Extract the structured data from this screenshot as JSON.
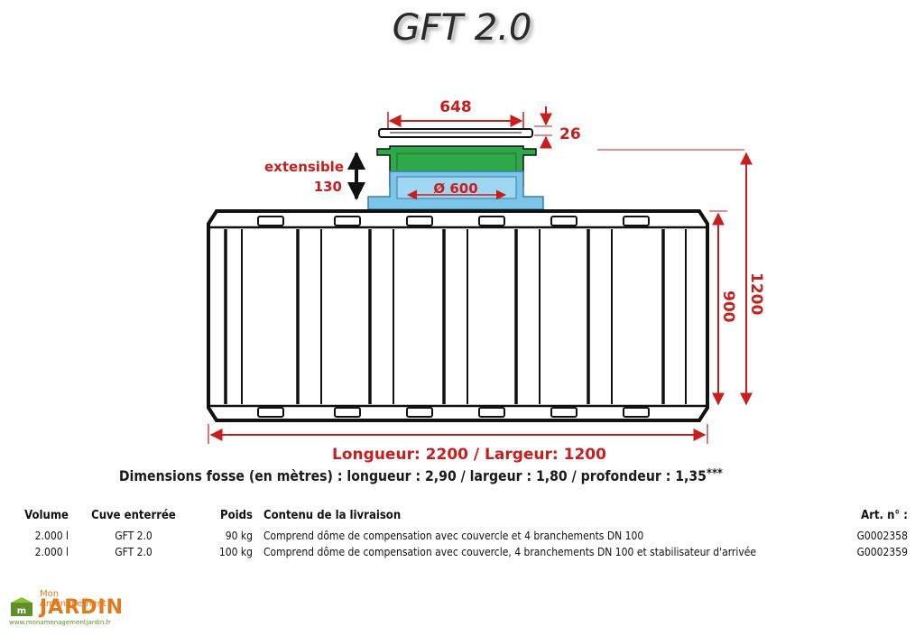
{
  "title": "GFT 2.0",
  "drawing": {
    "lid_width": "648",
    "lid_thickness": "26",
    "extensible_label": "extensible",
    "extensible_value": "130",
    "dome_diameter": "Ø 600",
    "tank_height": "900",
    "total_height": "1200",
    "tank_dimensions": "Longueur: 2200 / Largeur: 1200"
  },
  "caption": {
    "text": "Dimensions fosse (en mètres) : longueur : 2,90 / largeur : 1,80 / profondeur : 1,35",
    "stars": "***"
  },
  "table": {
    "headers": {
      "volume": "Volume",
      "cuve": "Cuve enterrée",
      "poids": "Poids",
      "contenu": "Contenu de la livraison",
      "art": "Art. n° :"
    },
    "rows": [
      {
        "volume": "2.000 l",
        "cuve": "GFT 2.0",
        "poids": "90 kg",
        "contenu": "Comprend dôme de compensation avec couvercle et 4 branchements DN 100",
        "art": "G0002358"
      },
      {
        "volume": "2.000 l",
        "cuve": "GFT 2.0",
        "poids": "100 kg",
        "contenu": "Comprend dôme de compensation avec couvercle, 4 branchements DN 100 et stabilisateur d'arrivée",
        "art": "G0002359"
      }
    ]
  },
  "logo": {
    "top": "Mon Aménagement",
    "main": "JARDIN",
    "url": "www.monamenagementjardin.fr"
  },
  "colors": {
    "dimension_red": "#c81e1e",
    "lid_green": "#2fa84a",
    "dome_blue": "#7cc4e8",
    "brand_orange": "#e07a1a",
    "brand_green": "#5f8f2a"
  }
}
